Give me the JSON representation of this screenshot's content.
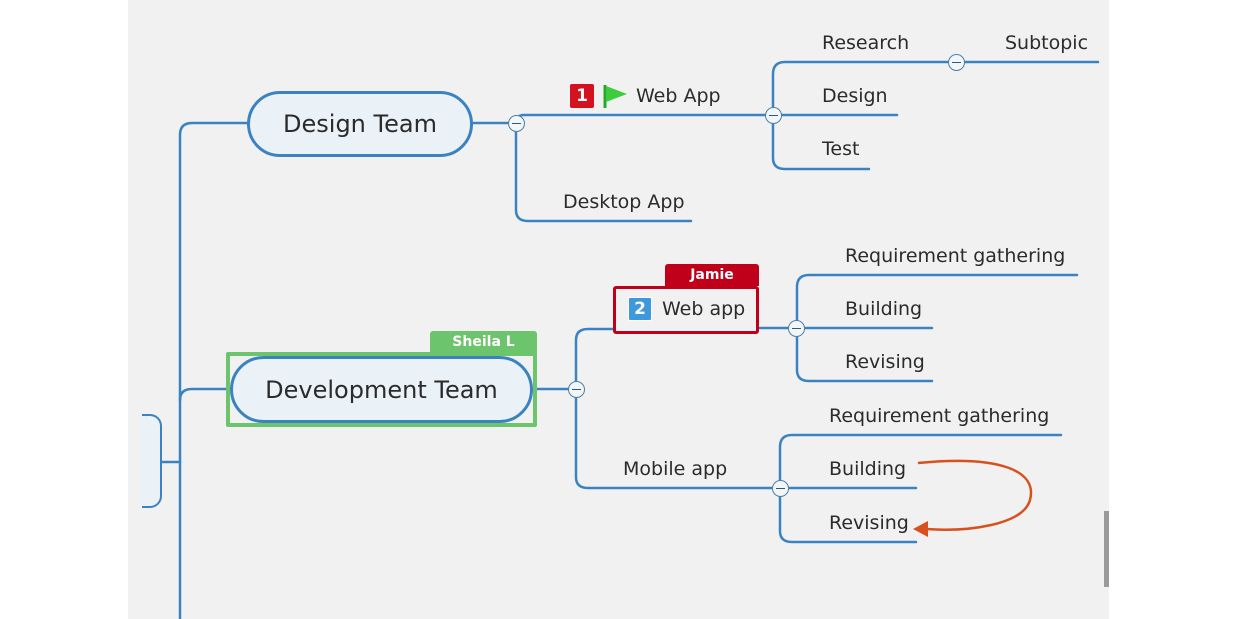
{
  "mindmap": {
    "design_team": {
      "label": "Design Team",
      "web_app": {
        "label": "Web App",
        "priority": "1",
        "flag_color": "#3dcc3d",
        "children": [
          "Research",
          "Design",
          "Test"
        ],
        "research_child": "Subtopic"
      },
      "desktop_app": "Desktop App"
    },
    "development_team": {
      "label": "Development Team",
      "assignee": "Sheila L",
      "web_app": {
        "label": "Web app",
        "priority": "2",
        "assignee": "Jamie",
        "children": [
          "Requirement gathering",
          "Building",
          "Revising"
        ]
      },
      "mobile_app": {
        "label": "Mobile app",
        "children": [
          "Requirement gathering",
          "Building",
          "Revising"
        ]
      }
    }
  },
  "colors": {
    "branch_line": "#3a83c0",
    "canvas_bg": "#f1f1f1",
    "selection_green": "#6cc46d",
    "selection_red": "#c0001a",
    "relationship_arrow": "#d9501f",
    "priority_red": "#d3111f",
    "priority_blue": "#3d99dc"
  }
}
